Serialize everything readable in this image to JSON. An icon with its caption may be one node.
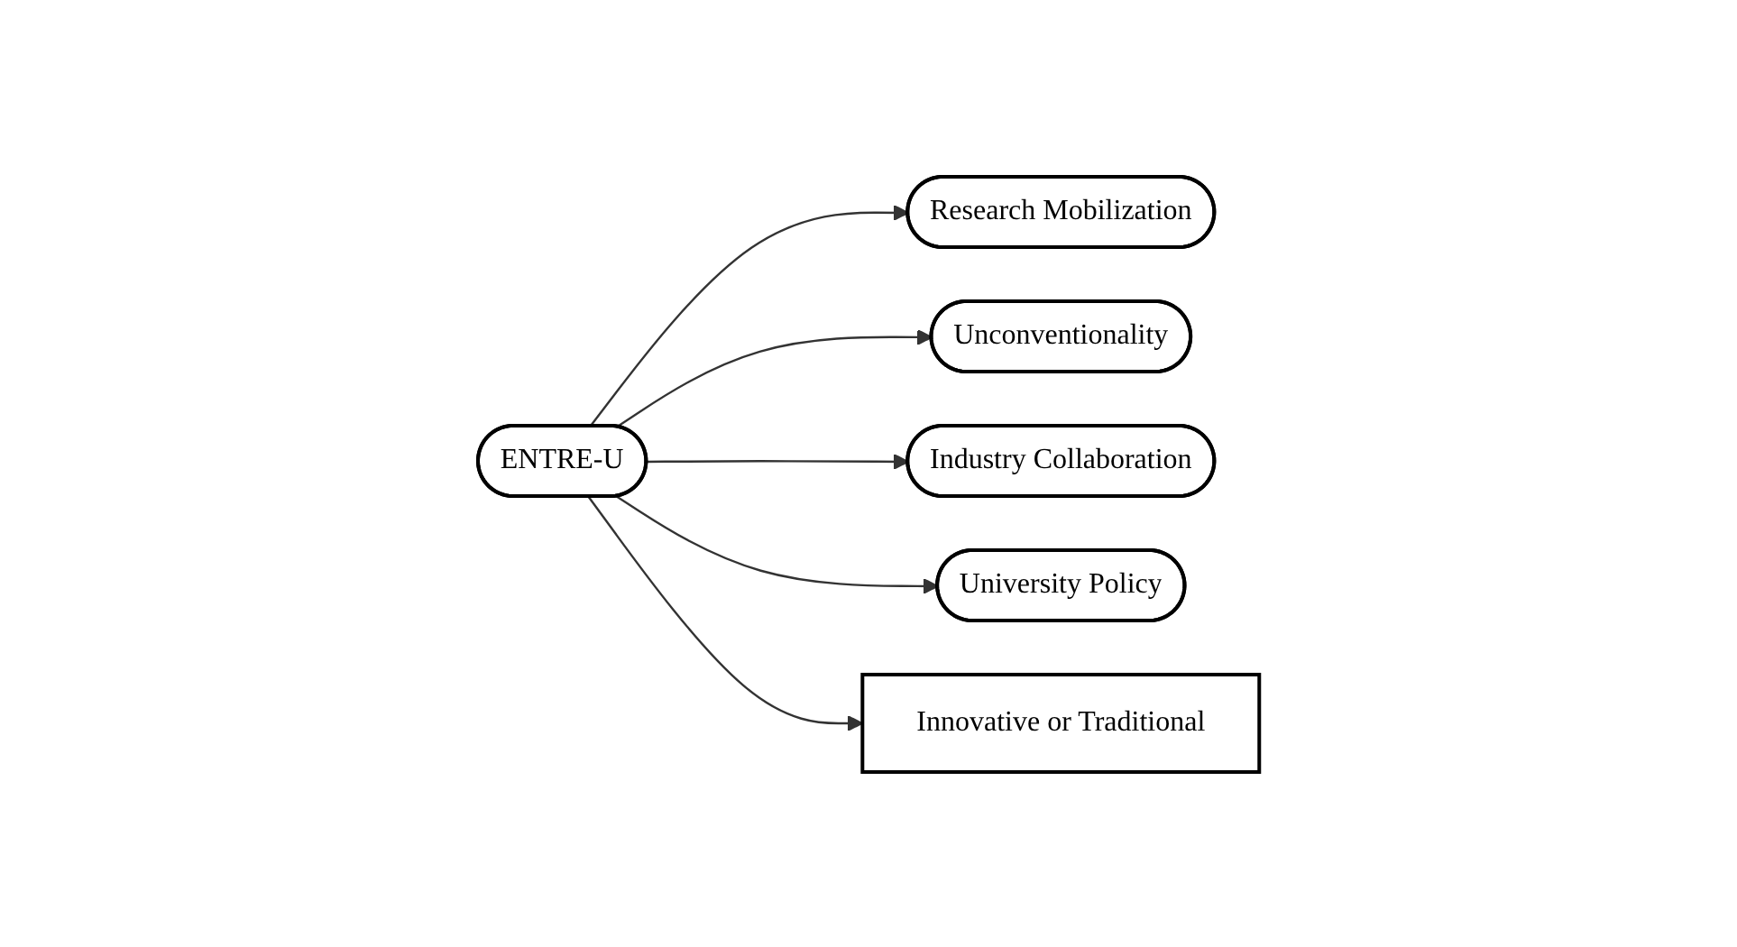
{
  "diagram": {
    "nodes": [
      {
        "text": [
          "Research Mobilization"
        ]
      },
      {
        "text": [
          "Unconventionality"
        ]
      },
      {
        "text": [
          "Industry Collaboration"
        ]
      },
      {
        "text": [
          "University Policy"
        ]
      },
      {
        "text": [
          "ENTRE-U"
        ]
      },
      {
        "text": [
          "Innovative or Traditional"
        ]
      }
    ],
    "edges": [
      {
        "from": 4,
        "to": 0,
        "arrow": "to"
      },
      {
        "from": 4,
        "to": 1,
        "arrow": "to"
      },
      {
        "from": 4,
        "to": 2,
        "arrow": "to"
      },
      {
        "from": 4,
        "to": 3,
        "arrow": "to"
      },
      {
        "from": 4,
        "to": 5,
        "arrow": "to"
      }
    ]
  }
}
